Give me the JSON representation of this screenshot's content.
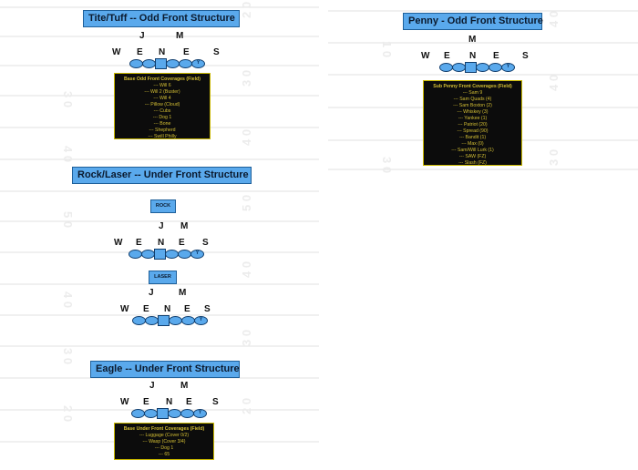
{
  "field": {
    "left_numbers": [
      "3 0",
      "4 0",
      "5 0",
      "4 0",
      "3 0",
      "2 0"
    ],
    "right_numbers": [
      "2 0",
      "3 0",
      "4 0",
      "5 0",
      "4 0",
      "3 0",
      "2 0"
    ],
    "far_numbers": [
      "1 0",
      "3 0",
      "4 0",
      "3 0",
      "4 0"
    ]
  },
  "tite_tuff": {
    "title": "Tite/Tuff -- Odd Front Structure",
    "lb_left": "J",
    "lb_right": "M",
    "letters": [
      "W",
      "E",
      "N",
      "E",
      "S"
    ],
    "te_label": "Y",
    "coverage_title": "Base Odd Front Coverages (Field)",
    "coverages": [
      "--- Will 6",
      "--- Will 2 (Buster)",
      "--- Will 4",
      "--- Pillow (Cloud)",
      "--- Cubs",
      "--- Dog 1",
      "--- Bone",
      "--- Shepherd",
      "--- Swill Philly"
    ]
  },
  "penny": {
    "title": "Penny - Odd Front Structure",
    "lb_center": "M",
    "letters": [
      "W",
      "E",
      "N",
      "E",
      "S"
    ],
    "te_label": "Y",
    "coverage_title": "Sub Penny Front Coverages (Field)",
    "coverages": [
      "--- Sam 9",
      "--- Sam Quads (4)",
      "--- Sam Boxton (2)",
      "--- Whiskey (3)",
      "--- Yankee (1)",
      "--- Patriot (20)",
      "--- Spread (90)",
      "--- Bandit (1)",
      "--- Max (0)",
      "--- Sam/Will Lurk (1)",
      "--- SAW (FZ)",
      "--- Slash (FZ)"
    ]
  },
  "rock_laser": {
    "title": "Rock/Laser -- Under Front Structure",
    "rock_label": "ROCK",
    "laser_label": "LASER",
    "rock": {
      "lb_left": "J",
      "lb_right": "M",
      "letters": [
        "W",
        "E",
        "N",
        "E",
        "S"
      ],
      "te_label": "Y"
    },
    "laser": {
      "lb_left": "J",
      "lb_right": "M",
      "letters": [
        "W",
        "E",
        "N",
        "E",
        "S"
      ],
      "te_label": "Y"
    }
  },
  "eagle": {
    "title": "Eagle -- Under Front Structure",
    "lb_left": "J",
    "lb_right": "M",
    "letters": [
      "W",
      "E",
      "N",
      "E",
      "S"
    ],
    "te_label": "Y",
    "coverage_title": "Base Under Front Coverages (Field)",
    "coverages": [
      "--- Luggage (Cover 0/2)",
      "--- Wasp (Cover 3/4)",
      "--- Dog 1",
      "--- 65"
    ]
  }
}
